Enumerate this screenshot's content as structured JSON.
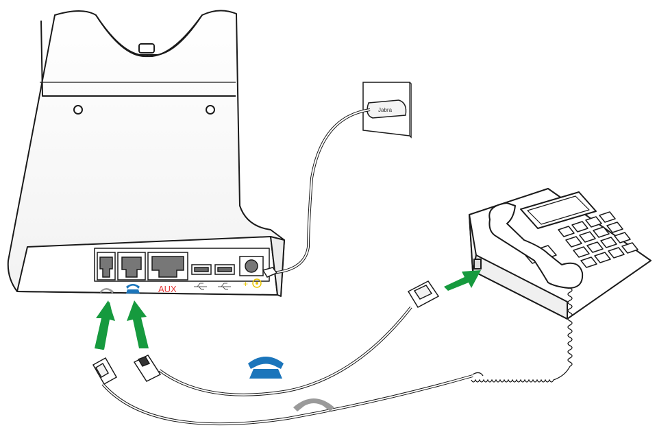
{
  "base": {
    "ports": [
      {
        "kind": "handset-port",
        "icon": "handset-icon",
        "color": "#9a9a9a"
      },
      {
        "kind": "phone-port",
        "icon": "phone-base-icon",
        "color": "#1b75bb"
      },
      {
        "kind": "aux-port",
        "label": "AUX",
        "color": "#e53a3a"
      },
      {
        "kind": "usb-port-1",
        "icon": "usb-icon"
      },
      {
        "kind": "usb-port-2",
        "icon": "usb-icon"
      },
      {
        "kind": "power-port",
        "label": "+",
        "icon": "power-icon",
        "color": "#e8c400"
      }
    ]
  },
  "power_adapter": {
    "brand": "Jabra"
  },
  "colors": {
    "arrow": "#169a3e",
    "line_color_phone": "#1b75bb",
    "line_color_handset": "#9a9a9a"
  },
  "icons": {
    "cable_handset_label_icon": "handset-icon",
    "cable_phone_label_icon": "phone-base-icon"
  }
}
